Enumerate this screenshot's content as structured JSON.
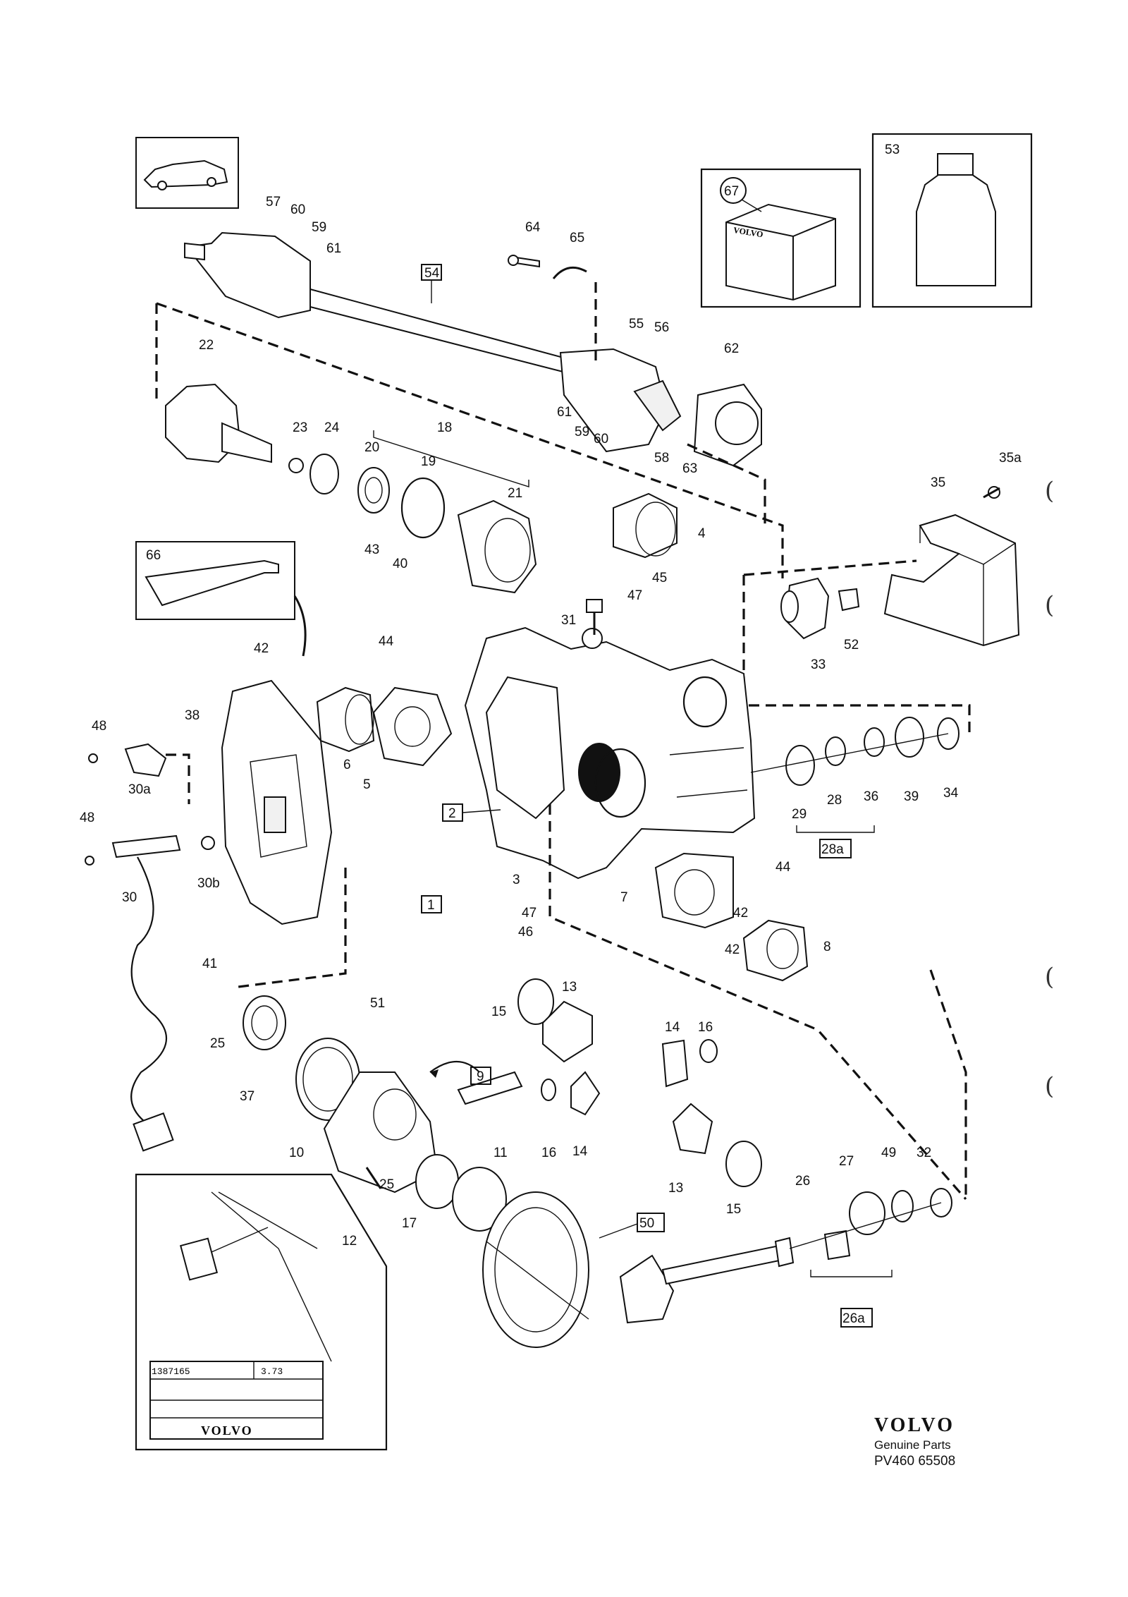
{
  "labels": {
    "l57": "57",
    "l60": "60",
    "l59": "59",
    "l61": "61",
    "l64": "64",
    "l65": "65",
    "l67": "67",
    "l53": "53",
    "l55": "55",
    "l56": "56",
    "l62": "62",
    "l22": "22",
    "l23": "23",
    "l24": "24",
    "l20": "20",
    "l18": "18",
    "l19": "19",
    "l21": "21",
    "l61b": "61",
    "l59b": "59",
    "l60b": "60",
    "l58": "58",
    "l63": "63",
    "l4": "4",
    "l35a": "35a",
    "l35": "35",
    "l66": "66",
    "l43": "43",
    "l40": "40",
    "l31": "31",
    "l47": "47",
    "l45": "45",
    "l42": "42",
    "l44": "44",
    "l33": "33",
    "l52": "52",
    "l38": "38",
    "l48": "48",
    "l6": "6",
    "l5": "5",
    "l30a": "30a",
    "l29": "29",
    "l28": "28",
    "l36": "36",
    "l39": "39",
    "l34": "34",
    "l48b": "48",
    "l30b": "30b",
    "l3": "3",
    "l7": "7",
    "l44b": "44",
    "l42b": "42",
    "l30": "30",
    "l41": "41",
    "l47b": "47",
    "l46": "46",
    "l8": "8",
    "l42c": "42",
    "l15": "15",
    "l13": "13",
    "l14": "14",
    "l16": "16",
    "l51": "51",
    "l25": "25",
    "l37": "37",
    "l10": "10",
    "l11": "11",
    "l16b": "16",
    "l14b": "14",
    "l13b": "13",
    "l15b": "15",
    "l12": "12",
    "l25b": "25",
    "l17": "17",
    "l26": "26",
    "l27": "27",
    "l49": "49",
    "l32": "32"
  },
  "boxed_labels": {
    "b54": "54",
    "b2": "2",
    "b1": "1",
    "b9": "9",
    "b50": "50",
    "b28a": "28a",
    "b26a": "26a"
  },
  "package_text": "VOLVO",
  "plate": {
    "cell1": "1387165",
    "cell2": "3.73",
    "logo": "VOLVO"
  },
  "brand": {
    "logo": "VOLVO",
    "subtitle": "Genuine Parts",
    "code": "PV460 65508"
  },
  "margin_marks": [
    "(",
    "(",
    "(",
    "("
  ]
}
